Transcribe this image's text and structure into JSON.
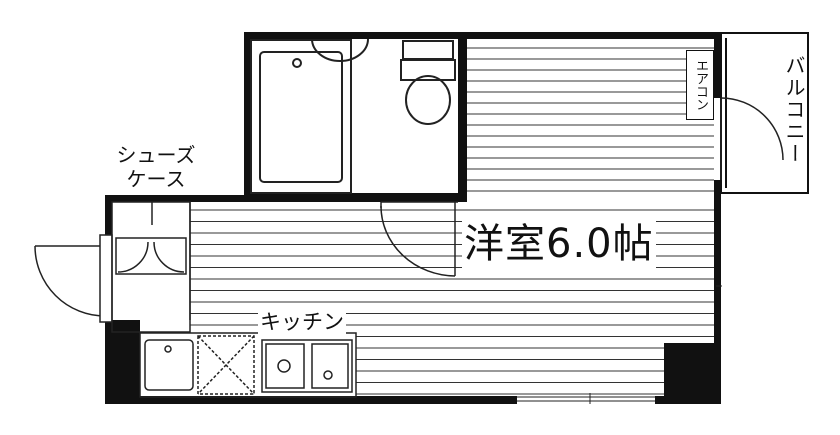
{
  "labels": {
    "room": "洋室6.0帖",
    "kitchen": "キッチン",
    "shoe_case_line1": "シューズ",
    "shoe_case_line2": "ケース",
    "aircon": "エアコン",
    "balcony": "バルコニー"
  },
  "colors": {
    "wall": "#111111",
    "floor_line": "#333333",
    "background": "#ffffff"
  }
}
